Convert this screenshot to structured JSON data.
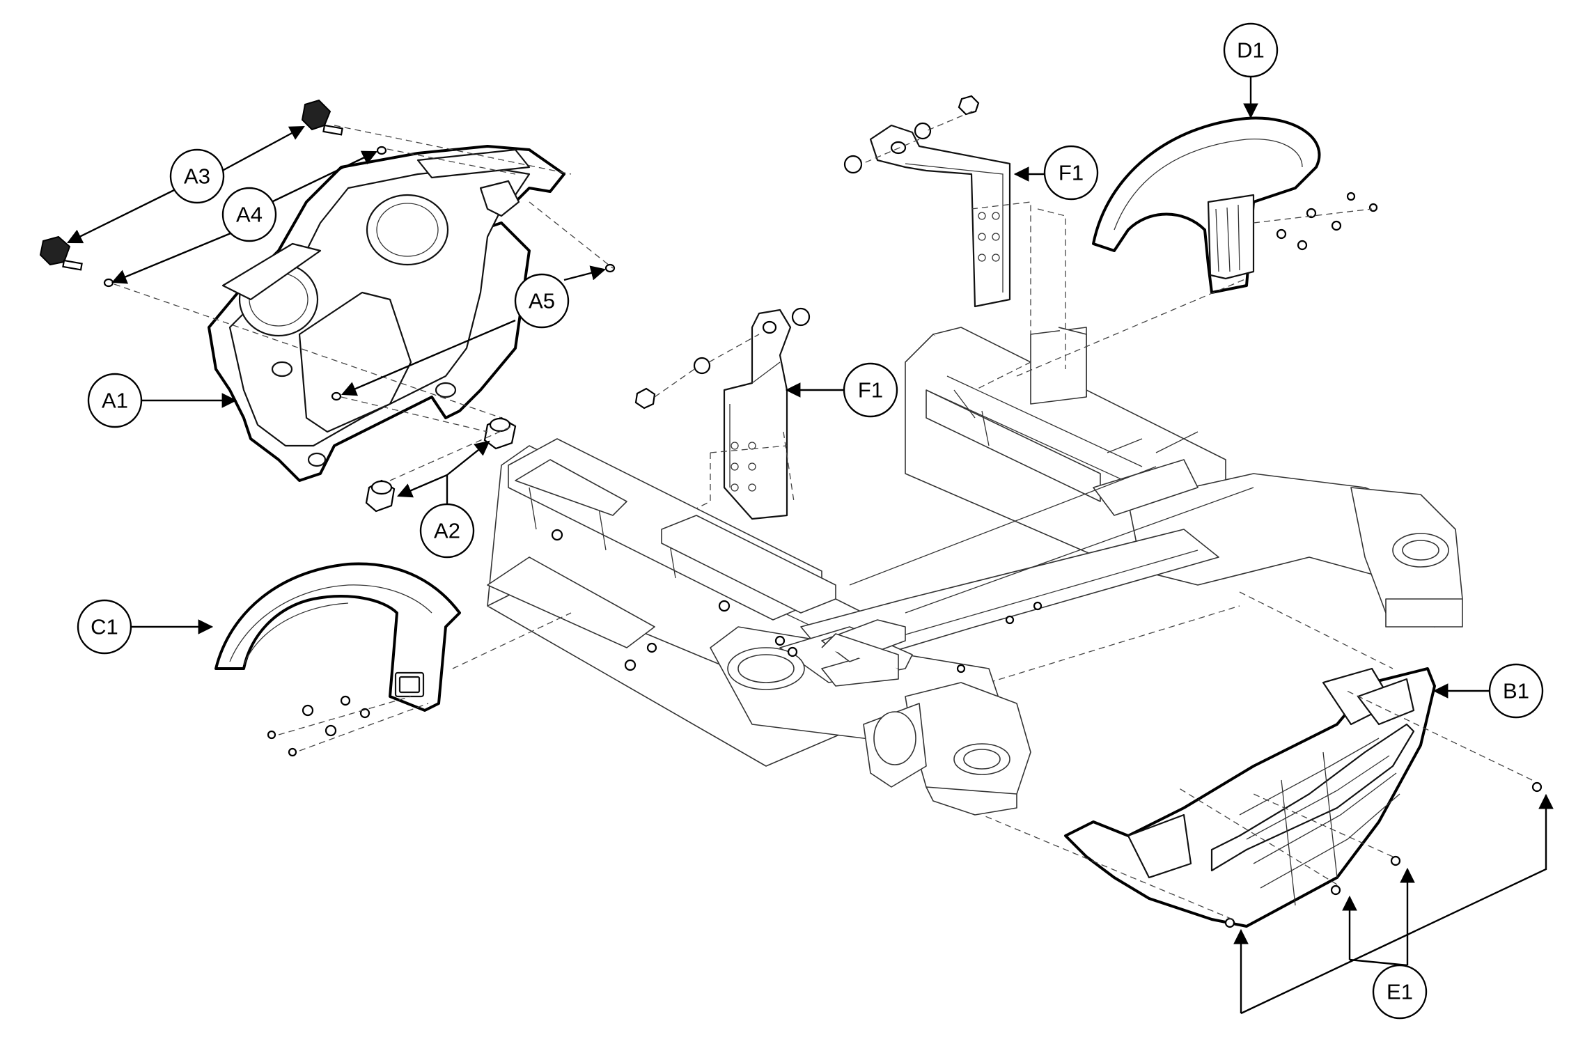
{
  "callouts": {
    "A1": "A1",
    "A2": "A2",
    "A3": "A3",
    "A4": "A4",
    "A5": "A5",
    "B1": "B1",
    "C1": "C1",
    "D1": "D1",
    "E1": "E1",
    "F1_upper": "F1",
    "F1_lower": "F1"
  },
  "colors": {
    "line": "#000000",
    "background": "#ffffff"
  }
}
